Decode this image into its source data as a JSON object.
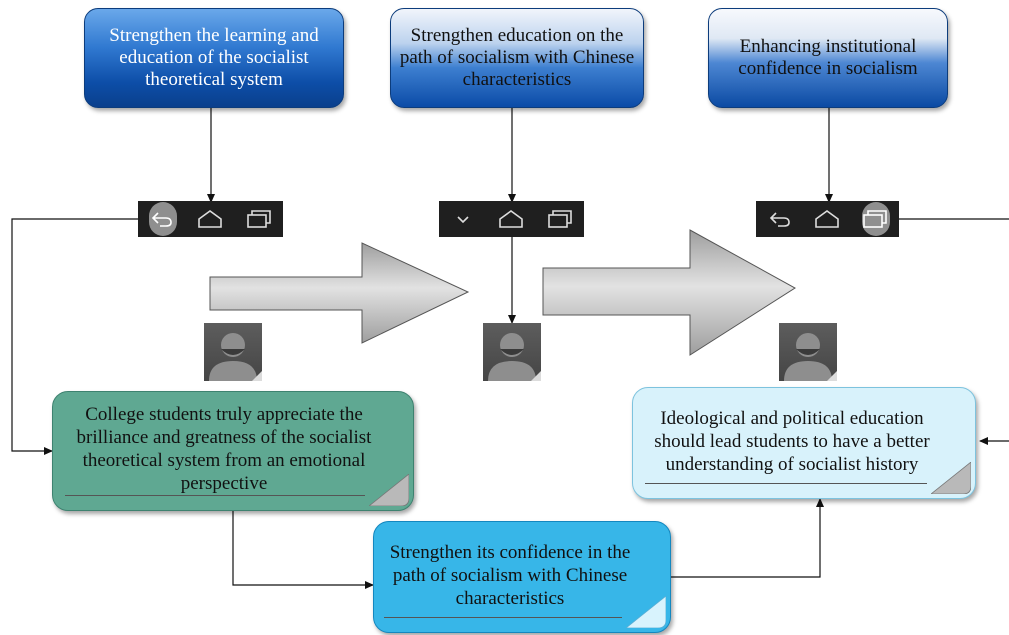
{
  "top_boxes": [
    {
      "text": "Strengthen the learning and education of the socialist theoretical system"
    },
    {
      "text": "Strengthen education on the path of socialism with Chinese characteristics"
    },
    {
      "text": "Enhancing institutional confidence in socialism"
    }
  ],
  "nav_bars": [
    {
      "icons": [
        "back-icon",
        "home-icon",
        "recents-icon"
      ],
      "highlighted": "back-icon"
    },
    {
      "icons": [
        "chevron-down-icon",
        "home-icon",
        "recents-icon"
      ],
      "highlighted": null
    },
    {
      "icons": [
        "back-icon",
        "home-icon",
        "recents-icon"
      ],
      "highlighted": "recents-icon"
    }
  ],
  "avatars": [
    "avatar-icon",
    "avatar-icon",
    "avatar-icon"
  ],
  "arrows": [
    "right-arrow",
    "right-arrow"
  ],
  "notes": {
    "green": "College students truly appreciate the brilliance and greatness of the socialist theoretical system from an emotional perspective",
    "light_blue": "Ideological and political education should lead students to have a better understanding of socialist history",
    "cyan": "Strengthen its confidence in the path of socialism with Chinese characteristics"
  },
  "colors": {
    "top_box_blue": "#0d4ea8",
    "nav_bar": "#1f1f1f",
    "green_note": "#5fa892",
    "light_blue_note": "#d8f2fb",
    "cyan_note": "#37b6e8"
  }
}
